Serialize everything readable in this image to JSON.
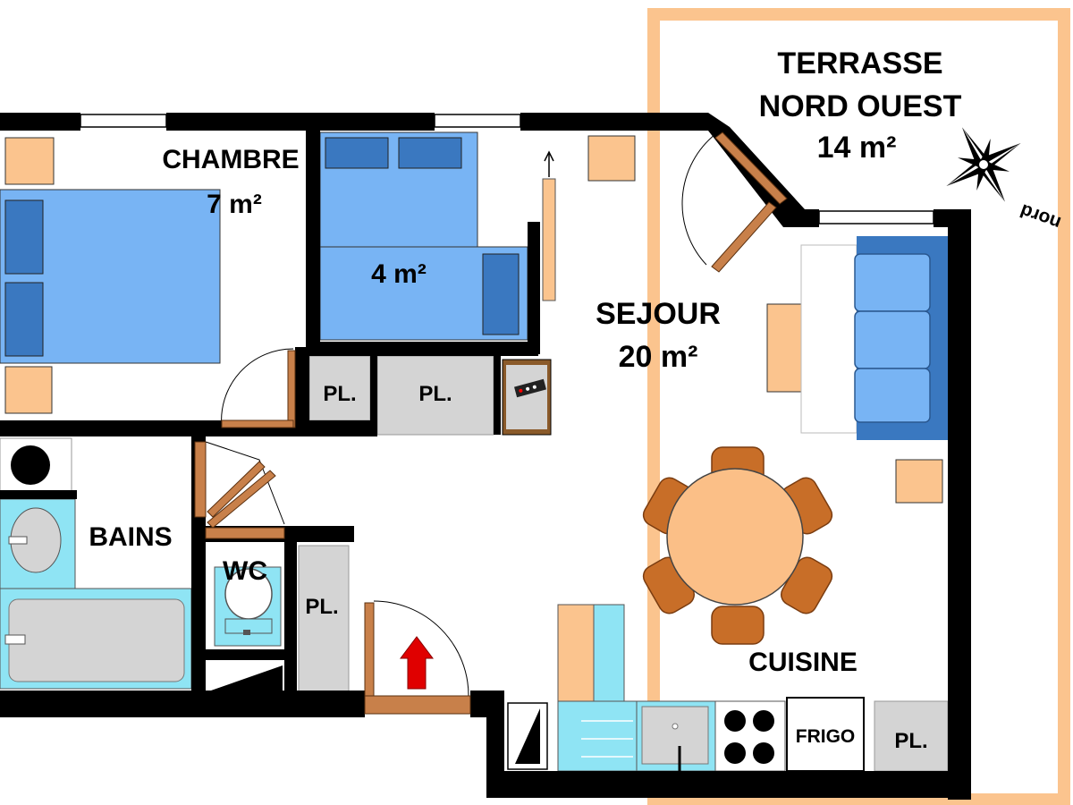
{
  "rooms": {
    "chambre": {
      "name": "CHAMBRE",
      "area": "7 m²"
    },
    "alcove": {
      "area": "4 m²"
    },
    "sejour": {
      "name": "SEJOUR",
      "area": "20 m²"
    },
    "terrasse": {
      "name_line1": "TERRASSE",
      "name_line2": "NORD OUEST",
      "area": "14 m²"
    },
    "bains": {
      "name": "BAINS"
    },
    "wc": {
      "name": "WC"
    },
    "cuisine": {
      "name": "CUISINE"
    }
  },
  "storage": {
    "pl_1": "PL.",
    "pl_2": "PL.",
    "pl_3": "PL.",
    "pl_4": "PL."
  },
  "appliances": {
    "frigo": "FRIGO"
  },
  "compass": {
    "label": "nord"
  },
  "colors": {
    "wall": "#000000",
    "bed_blue": "#78b4f4",
    "pillow_blue": "#3a78c0",
    "wood": "#c8804a",
    "furniture_light": "#fbc48e",
    "table": "#fbbf87",
    "chair": "#c86e28",
    "water_cyan": "#8fe4f4",
    "closet_gray": "#d4d4d4",
    "entry_arrow": "#e00000",
    "terrace_border": "#fbc48e"
  }
}
